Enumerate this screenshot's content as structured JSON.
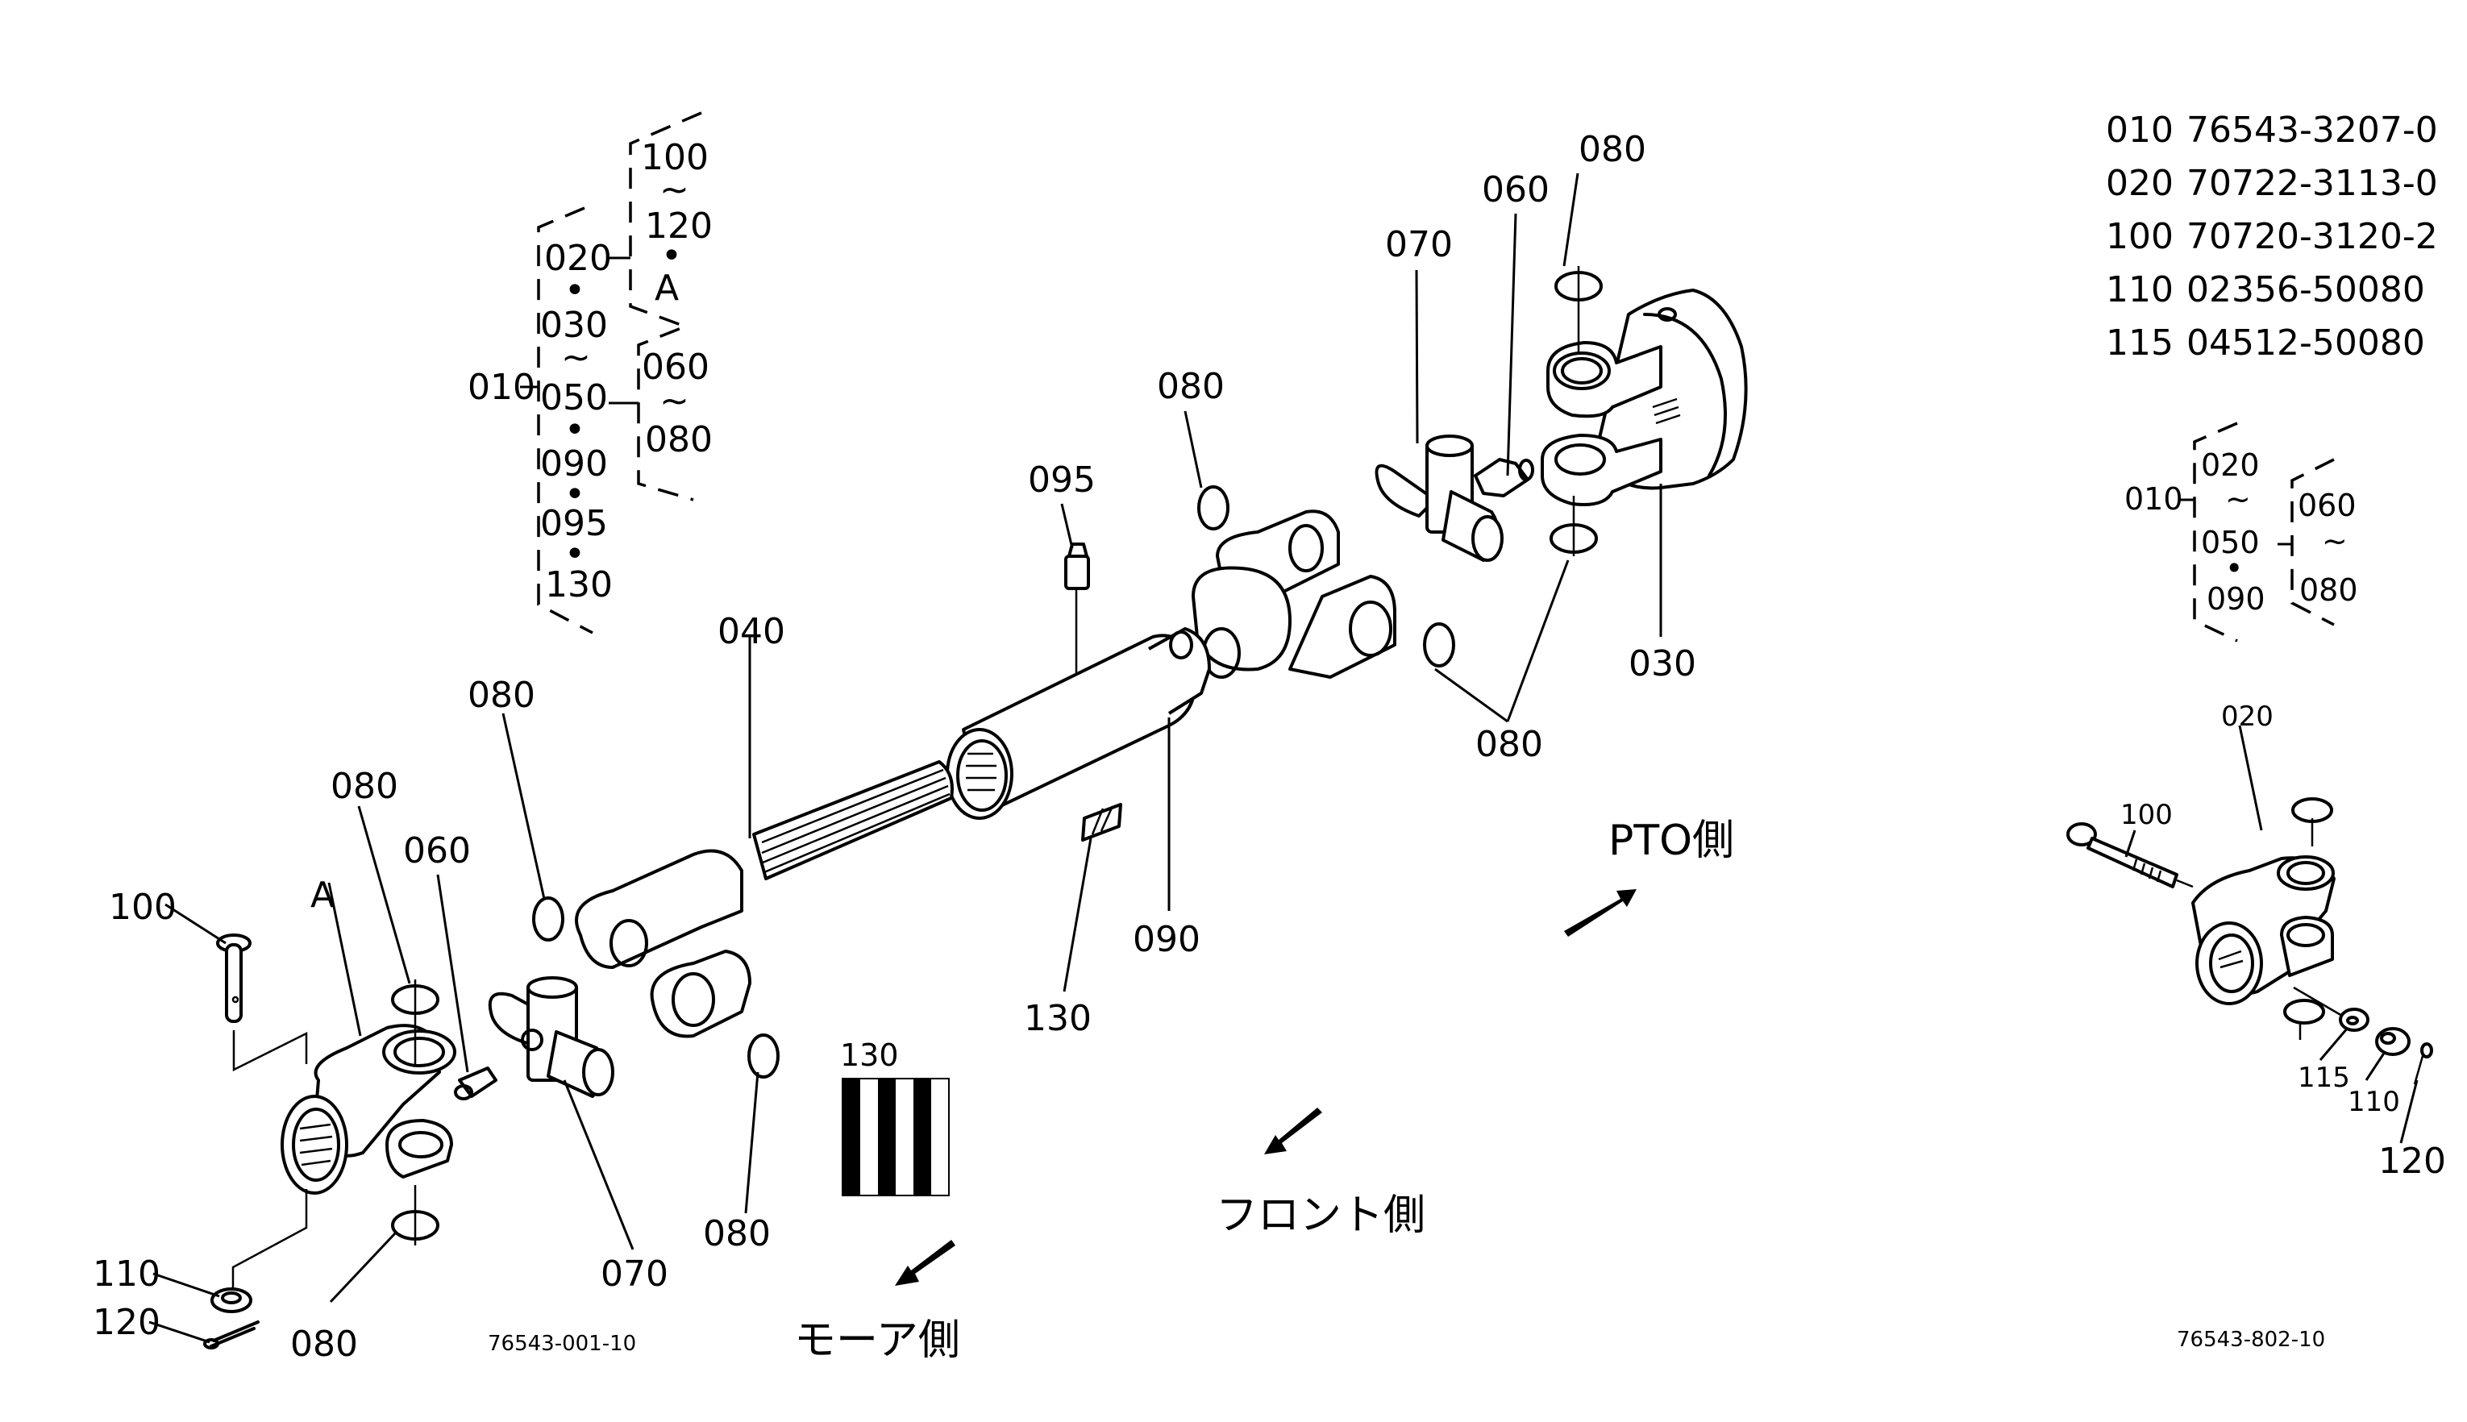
{
  "parts_table": [
    {
      "ref": "010",
      "part_no": "76543-3207-0"
    },
    {
      "ref": "020",
      "part_no": "70722-3113-0"
    },
    {
      "ref": "100",
      "part_no": "70720-3120-2"
    },
    {
      "ref": "110",
      "part_no": "02356-50080"
    },
    {
      "ref": "115",
      "part_no": "04512-50080"
    }
  ],
  "assembly_tree_main": {
    "root": "010",
    "group_a": [
      "020",
      "•",
      "030",
      "~",
      "050",
      "•",
      "090",
      "•",
      "095",
      "•",
      "130"
    ],
    "sub_020": [
      "100",
      "~",
      "120",
      "•",
      "A"
    ],
    "sub_050": [
      "060",
      "~",
      "080"
    ]
  },
  "assembly_tree_inset": {
    "root": "010",
    "group_a": [
      "020",
      "~",
      "050",
      "•",
      "090"
    ],
    "sub_050": [
      "060",
      "~",
      "080"
    ]
  },
  "callouts": {
    "c010": "010",
    "c020": "020",
    "c030": "030",
    "c040": "040",
    "c060a": "060",
    "c060b": "060",
    "c070a": "070",
    "c070b": "070",
    "c080_1": "080",
    "c080_2": "080",
    "c080_3": "080",
    "c080_4": "080",
    "c080_5": "080",
    "c080_6": "080",
    "c080_7": "080",
    "c080_8": "080",
    "c090": "090",
    "c095": "095",
    "c100": "100",
    "c110": "110",
    "c120": "120",
    "c130": "130",
    "cA": "A",
    "inset_020": "020",
    "inset_100": "100",
    "inset_115": "115",
    "inset_110": "110",
    "inset_120": "120",
    "label_130_swatch": "130"
  },
  "direction_labels": {
    "pto_side": "PTO側",
    "front_side": "フロント側",
    "mower_side": "モーア側"
  },
  "drawing_codes": {
    "main": "76543-001-10",
    "inset": "76543-802-10"
  },
  "swatch_130": {
    "stripes": [
      "#000000",
      "#ffffff",
      "#000000",
      "#ffffff",
      "#000000",
      "#ffffff"
    ]
  }
}
